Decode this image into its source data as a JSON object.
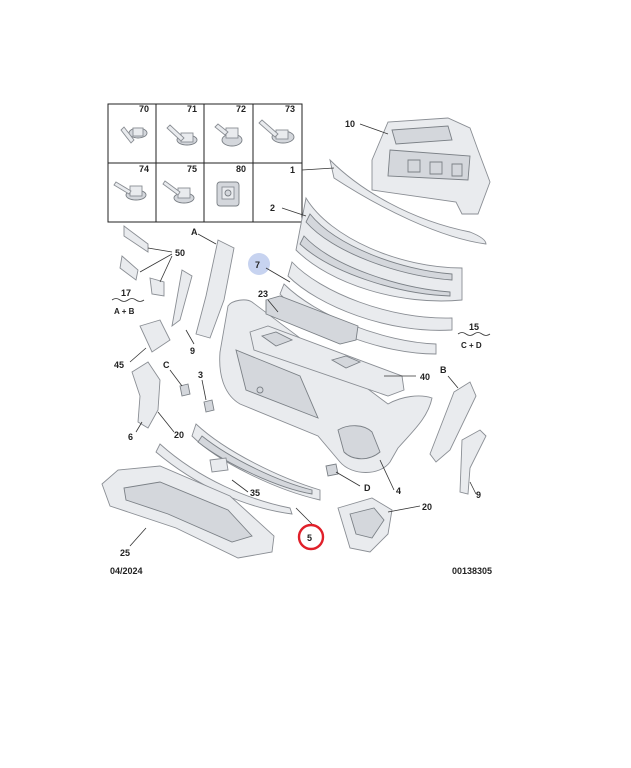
{
  "fasteners": [
    "70",
    "71",
    "72",
    "73",
    "74",
    "75",
    "80"
  ],
  "callouts": {
    "c1": "1",
    "c2": "2",
    "c3": "3",
    "c4": "4",
    "c5": "5",
    "c6": "6",
    "c7": "7",
    "c9a": "9",
    "c9b": "9",
    "c10": "10",
    "c20a": "20",
    "c20b": "20",
    "c23": "23",
    "c25": "25",
    "c35": "35",
    "c40": "40",
    "c45": "45",
    "c50": "50",
    "cA": "A",
    "cB": "B",
    "cC": "C",
    "cD": "D"
  },
  "ref17": {
    "num": "17",
    "sub": "A + B"
  },
  "ref15": {
    "num": "15",
    "sub": "C + D"
  },
  "date_code": "04/2024",
  "diagram_id": "00138305",
  "highlights": {
    "blue": "7",
    "red": "5"
  },
  "colors": {
    "highlight_blue": "#c7d3f0",
    "highlight_red": "#e0202a",
    "part_fill": "#e9ebee"
  }
}
